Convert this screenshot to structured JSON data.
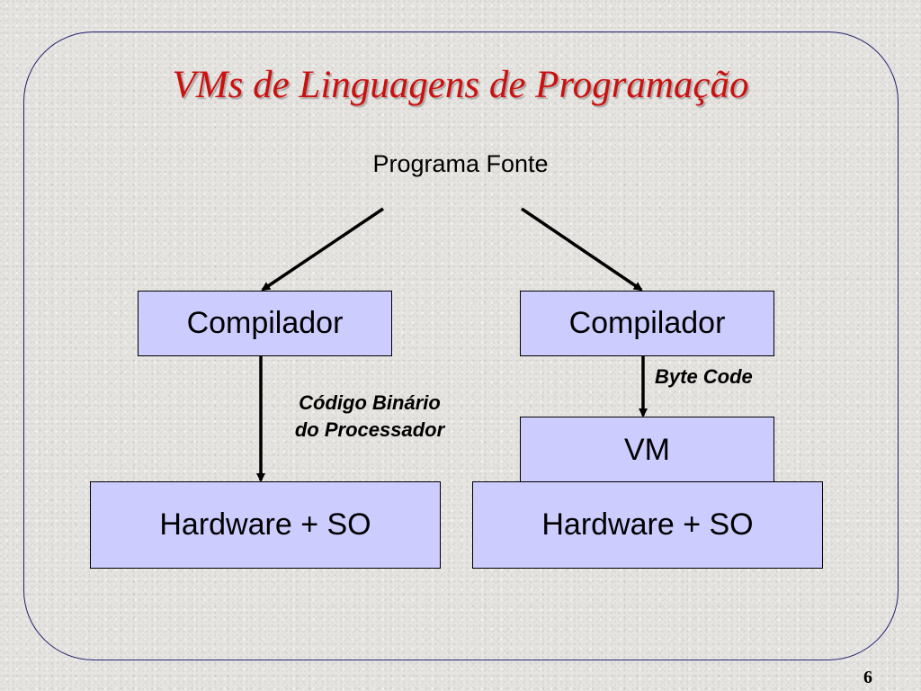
{
  "slide": {
    "title": "VMs de Linguagens de Programação",
    "page_number": "6"
  },
  "diagram": {
    "source": "Programa Fonte",
    "left": {
      "compiler": "Compilador",
      "edge_label_line1": "Código Binário",
      "edge_label_line2": "do Processador",
      "hardware": "Hardware + SO"
    },
    "right": {
      "compiler": "Compilador",
      "edge_label": "Byte Code",
      "vm": "VM",
      "hardware": "Hardware + SO"
    }
  },
  "colors": {
    "title": "#cc1010",
    "box_fill": "#ccccff",
    "frame": "#1d1d6e"
  }
}
